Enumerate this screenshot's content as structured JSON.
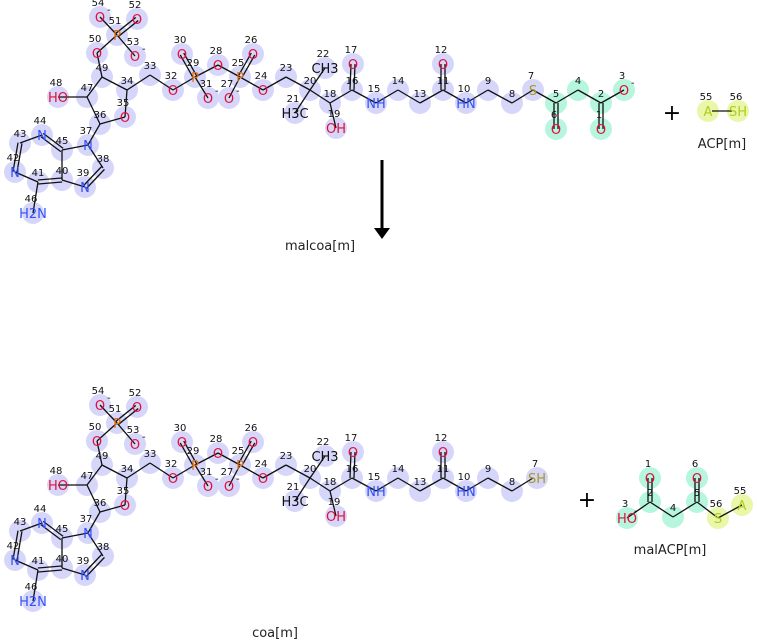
{
  "reaction": {
    "reactants": [
      {
        "name": "malcoa[m]"
      },
      {
        "name": "ACP[m]"
      }
    ],
    "products": [
      {
        "name": "coa[m]"
      },
      {
        "name": "malACP[m]"
      }
    ],
    "plus_sign": "+",
    "arrow": "down"
  },
  "coa_atoms": {
    "54": "O",
    "51": "P",
    "52": "O",
    "53": "O",
    "50": "O",
    "49": "",
    "47": "",
    "48": "HO",
    "36": "",
    "35": "O",
    "34": "",
    "33": "",
    "32": "O",
    "29": "P",
    "30": "O",
    "31": "O",
    "28": "O",
    "25": "P",
    "26": "O",
    "27": "O",
    "24": "O",
    "23": "",
    "20": "",
    "22": "CH3",
    "21": "H3C",
    "18": "",
    "19": "OH",
    "16": "",
    "17": "O",
    "15": "NH",
    "14": "",
    "13": "",
    "11": "",
    "12": "O",
    "10": "HN",
    "9": "",
    "8": "",
    "37": "N",
    "38": "",
    "39": "N",
    "40": "",
    "41": "",
    "42": "N",
    "43": "",
    "44": "N",
    "45": "",
    "46": "H2N"
  },
  "coa_thiol_label": "SH",
  "thioester_S_label": "S",
  "malonyl_atoms": {
    "5": "",
    "6": "O",
    "4": "",
    "2": "",
    "1": "O",
    "3": "O"
  },
  "charges": {
    "54": "-",
    "53": "-",
    "31": "-",
    "27": "-",
    "3": "-"
  },
  "acp_atoms": {
    "55": "A",
    "56": "SH"
  },
  "malacp_atoms": {
    "1": "O",
    "2": "",
    "3": "HO",
    "4": "",
    "5": "",
    "6": "O",
    "56": "S",
    "55": "A"
  },
  "colors": {
    "coa_highlight": "#d6d6fa",
    "malonyl_highlight": "#b6f5de",
    "acp_highlight": "#e8f7a8",
    "N": "#3050f8",
    "O": "#e0103a",
    "P": "#e07010",
    "S": "#a89a20",
    "S_acp": "#b8c820",
    "bond": "#111111"
  }
}
